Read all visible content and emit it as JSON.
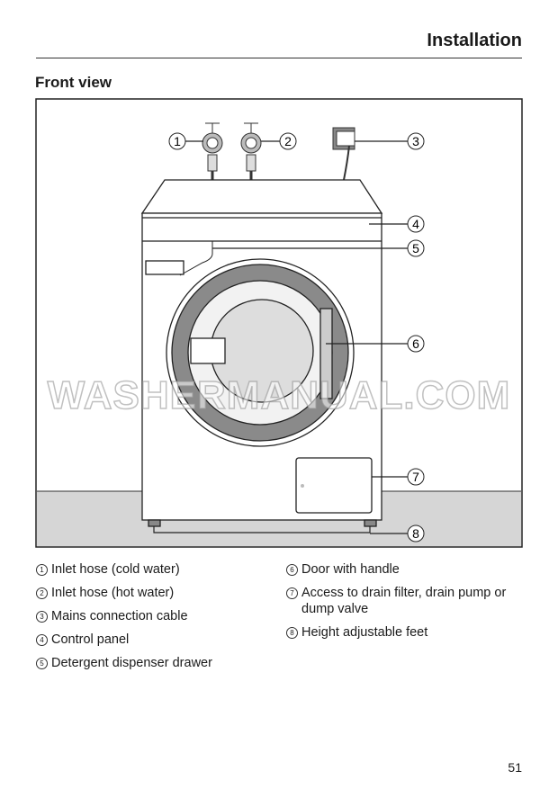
{
  "header": {
    "section": "Installation"
  },
  "title": "Front view",
  "figure": {
    "callouts": [
      "1",
      "2",
      "3",
      "4",
      "5",
      "6",
      "7",
      "8"
    ],
    "watermark": "WASHERMANUAL.COM"
  },
  "legend": {
    "left": [
      {
        "n": "1",
        "text": "Inlet hose (cold water)"
      },
      {
        "n": "2",
        "text": "Inlet hose (hot water)"
      },
      {
        "n": "3",
        "text": "Mains connection cable"
      },
      {
        "n": "4",
        "text": "Control panel"
      },
      {
        "n": "5",
        "text": "Detergent dispenser drawer"
      }
    ],
    "right": [
      {
        "n": "6",
        "text": "Door with handle"
      },
      {
        "n": "7",
        "text": "Access to drain filter, drain pump or dump valve"
      },
      {
        "n": "8",
        "text": "Height adjustable feet"
      }
    ]
  },
  "page_number": "51"
}
